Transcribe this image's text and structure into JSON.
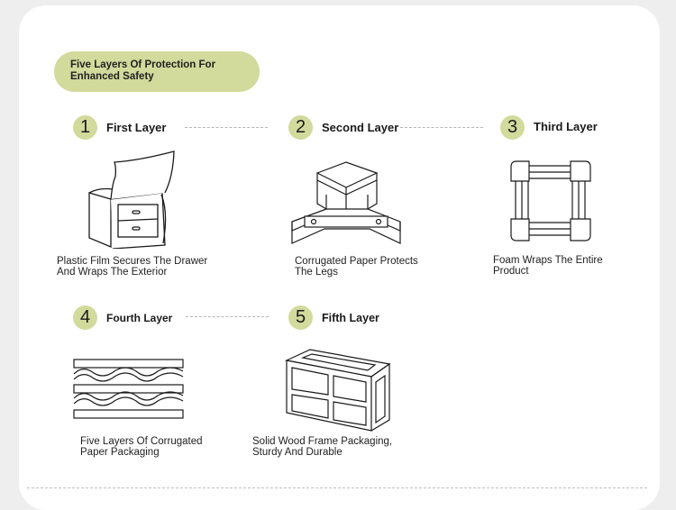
{
  "header": {
    "badge_text": "Five Layers Of Protection For Enhanced Safety",
    "badge_color": "#d2da9c"
  },
  "layers": [
    {
      "number": "1",
      "title": "First Layer",
      "description": "Plastic Film Secures The Drawer And Wraps The Exterior",
      "icon": "drawer-cabinet-film-icon"
    },
    {
      "number": "2",
      "title": "Second Layer",
      "description": "Corrugated Paper Protects The Legs",
      "icon": "corner-protector-icon"
    },
    {
      "number": "3",
      "title": "Third Layer",
      "description": "Foam Wraps The Entire Product",
      "icon": "foam-frame-icon"
    },
    {
      "number": "4",
      "title": "Fourth Layer",
      "description": "Five Layers Of Corrugated Paper Packaging",
      "icon": "corrugated-layers-icon"
    },
    {
      "number": "5",
      "title": "Fifth Layer",
      "description": "Solid Wood Frame Packaging, Sturdy And Durable",
      "icon": "wood-crate-icon"
    }
  ]
}
